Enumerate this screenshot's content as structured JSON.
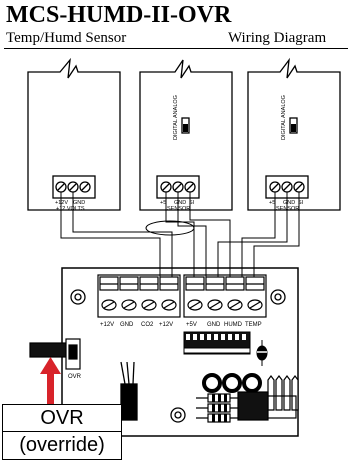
{
  "header": {
    "title": "MCS-HUMD-II-OVR",
    "subtitle_left": "Temp/Humd Sensor",
    "subtitle_right": "Wiring Diagram"
  },
  "sensors": [
    {
      "terminals": [
        "+12V",
        "GND"
      ],
      "caption": "+12 VOLTS"
    },
    {
      "jumper_label": "DIGITAL ANALOG",
      "terminals": [
        "+5",
        "GND",
        "SI"
      ],
      "caption": "SENSOR"
    },
    {
      "jumper_label": "DIGITAL ANALOG",
      "terminals": [
        "+5",
        "GND",
        "SI"
      ],
      "caption": "SENSOR"
    }
  ],
  "board": {
    "left_terminals": [
      "+12V",
      "GND",
      "CO2",
      "+12V"
    ],
    "right_terminals": [
      "+5V",
      "GND",
      "HUMD",
      "TEMP"
    ],
    "switch_label": "OVR"
  },
  "callout": {
    "line1": "OVR",
    "line2": "(override)"
  },
  "colors": {
    "arrow": "#d8232a",
    "line": "#000000",
    "fill": "#ffffff"
  }
}
